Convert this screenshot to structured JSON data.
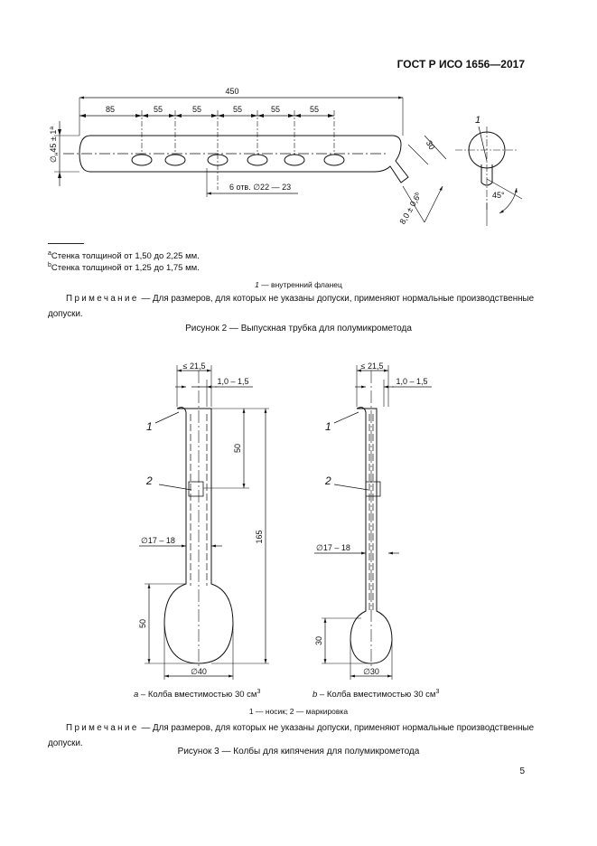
{
  "header": {
    "title": "ГОСТ Р ИСО 1656—2017"
  },
  "figure2": {
    "dim_total": "450",
    "dims": [
      "85",
      "55",
      "55",
      "55",
      "55",
      "55"
    ],
    "holes": "6 отв. ∅22 — 23",
    "dim_outer_prefix": "∅",
    "dim_outer_sub": "н",
    "dim_outer_value": "45 ± 1",
    "dim_outer_sup": "a",
    "dim_tip_30": "30",
    "dim_tip_wall": "8,0 ± 0,6",
    "dim_tip_sup": "b",
    "callout_1": "1",
    "angle": "45°",
    "footnote_a_marker": "a",
    "footnote_a": "Стенка толщиной от 1,50 до 2,25 мм.",
    "footnote_b_marker": "b",
    "footnote_b": "Стенка толщиной от 1,25 до 1,75 мм.",
    "legend_num": "1",
    "legend_text": " — внутренний фланец",
    "note_label": "Примечание",
    "note_text": "— Для размеров, для которых не указаны допуски, применяют нормальные производственные допуски.",
    "caption": "Рисунок 2 — Выпускная трубка для полумикрометода"
  },
  "figure3": {
    "flask_a": {
      "d_top": "≤ 21,5",
      "wall": "1,0 – 1,5",
      "d_neck": "∅17 – 18",
      "len_mark": "50",
      "len_total": "165",
      "bulb_h": "50",
      "bulb_d": "∅40",
      "callout_1": "1",
      "callout_2": "2",
      "sub_letter": "a",
      "sub_text": " – Колба вместимостью 30 см",
      "sub_sup": "3"
    },
    "flask_b": {
      "d_top": "≤ 21,5",
      "wall": "1,0 – 1,5",
      "d_neck": "∅17 – 18",
      "bulb_h": "30",
      "bulb_d": "∅30",
      "callout_1": "1",
      "callout_2": "2",
      "sub_letter": "b",
      "sub_text": " – Колба вместимостью 30 см",
      "sub_sup": "3"
    },
    "legend_text": "1 — носик; 2 — маркировка",
    "note_label": "Примечание",
    "note_text": "— Для размеров, для которых не указаны допуски, применяют нормальные производственные допуски.",
    "caption": "Рисунок 3 — Колбы для кипячения для полумикрометода"
  },
  "page_number": "5"
}
